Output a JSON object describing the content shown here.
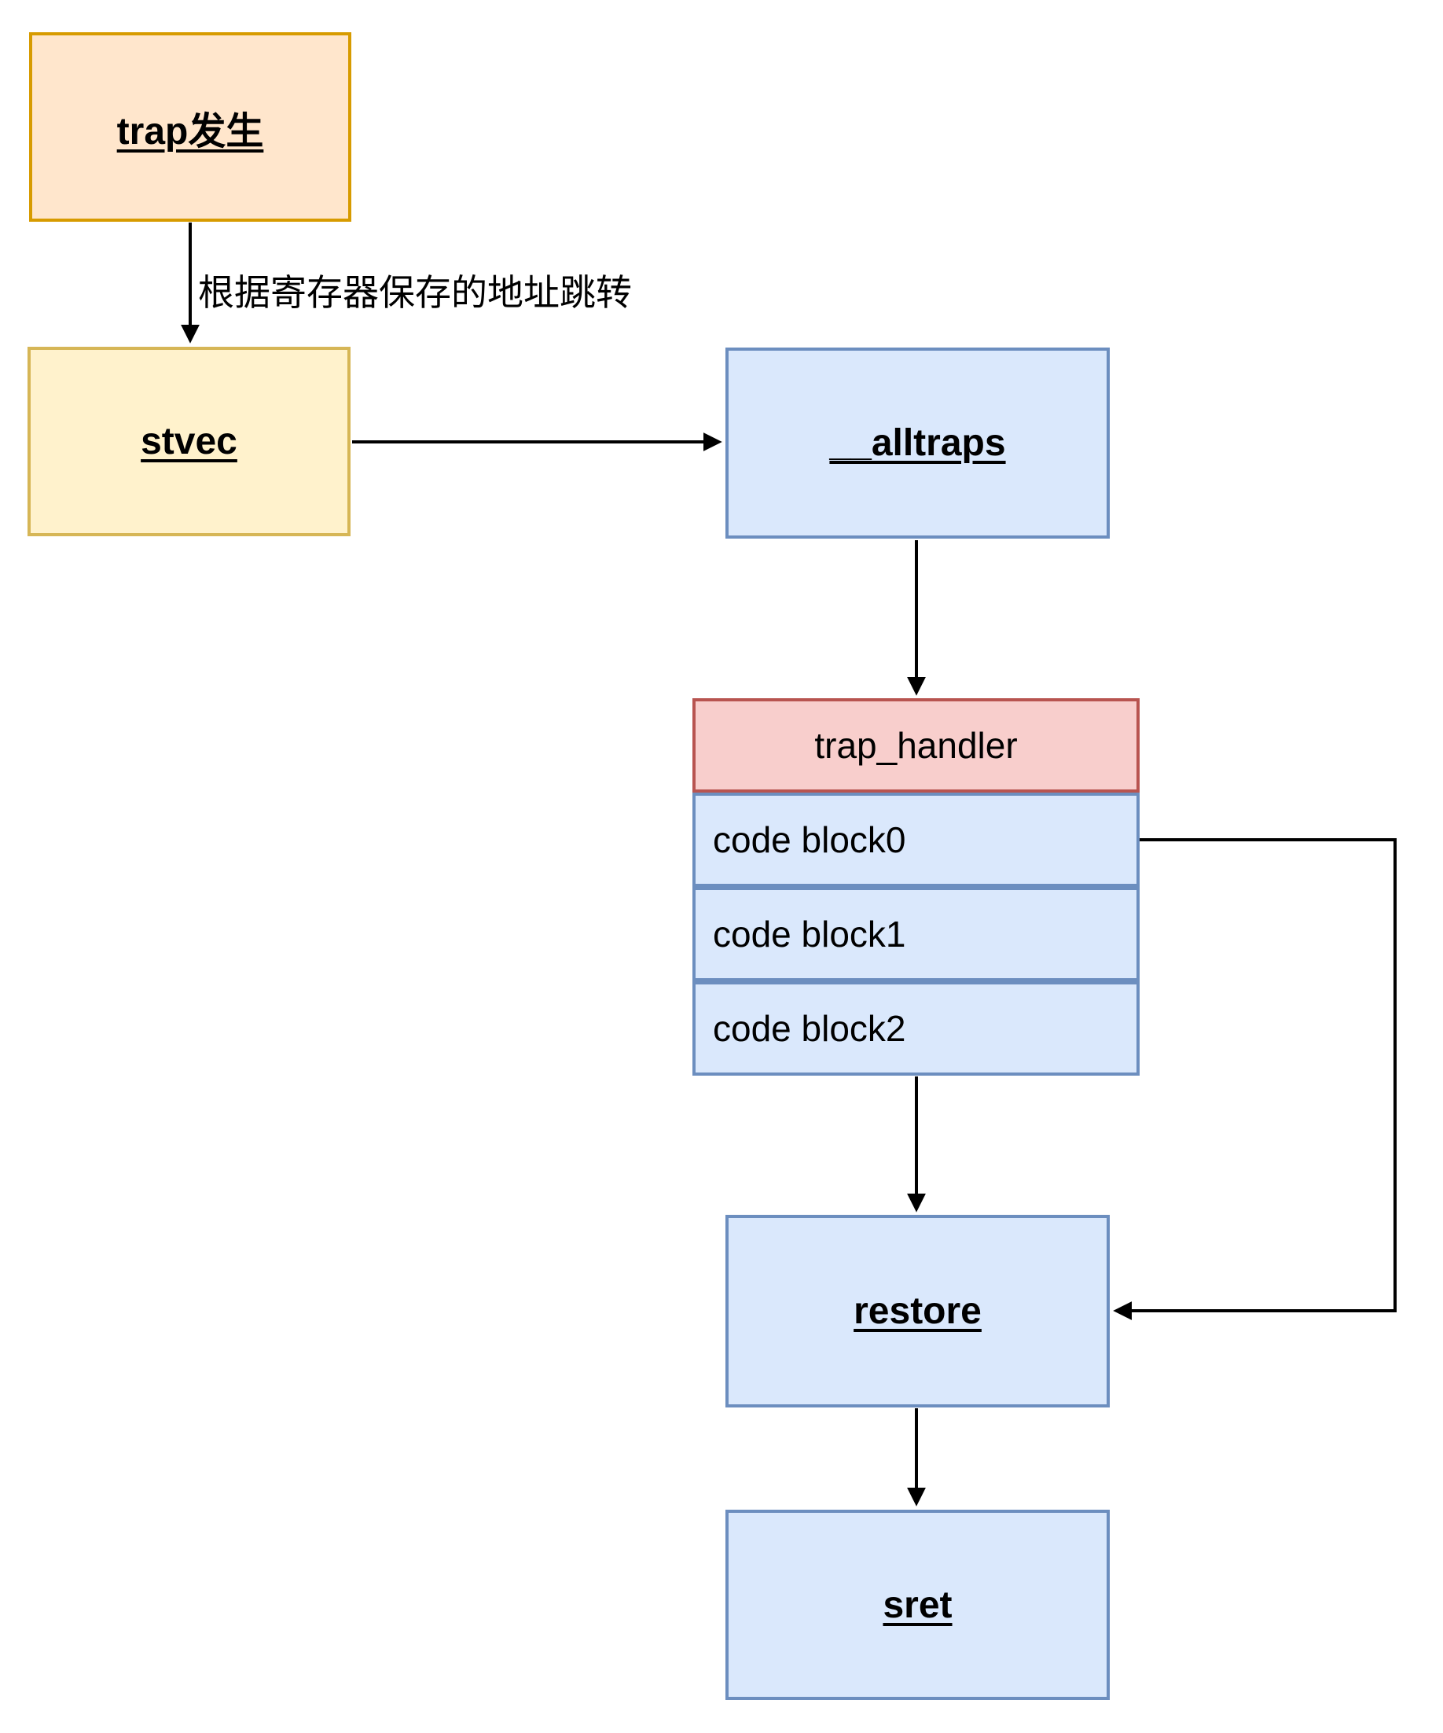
{
  "diagram": {
    "background": "#ffffff",
    "edge_color": "#000000",
    "nodes": {
      "trap_occur": {
        "label": "trap发生",
        "fill": "#FFE6CC",
        "stroke": "#D79B00"
      },
      "stvec": {
        "label": "stvec",
        "fill": "#FFF2CC",
        "stroke": "#D6B656"
      },
      "alltraps": {
        "label": "__alltraps",
        "fill": "#DAE8FC",
        "stroke": "#6C8EBF"
      },
      "trap_handler": {
        "label": "trap_handler",
        "fill": "#F8CECC",
        "stroke": "#B85450"
      },
      "code_blocks": [
        {
          "label": "code block0",
          "fill": "#DAE8FC",
          "stroke": "#6C8EBF"
        },
        {
          "label": "code block1",
          "fill": "#DAE8FC",
          "stroke": "#6C8EBF"
        },
        {
          "label": "code block2",
          "fill": "#DAE8FC",
          "stroke": "#6C8EBF"
        }
      ],
      "restore": {
        "label": "restore",
        "fill": "#DAE8FC",
        "stroke": "#6C8EBF"
      },
      "sret": {
        "label": "sret",
        "fill": "#DAE8FC",
        "stroke": "#6C8EBF"
      }
    },
    "edges": {
      "trap_to_stvec": {
        "label": "根据寄存器保存的地址跳转"
      },
      "stvec_to_alltraps": {
        "label": ""
      },
      "alltraps_to_trap_handler": {
        "label": ""
      },
      "code_blocks_to_restore": {
        "label": ""
      },
      "code_block0_to_restore": {
        "label": ""
      },
      "restore_to_sret": {
        "label": ""
      }
    }
  }
}
